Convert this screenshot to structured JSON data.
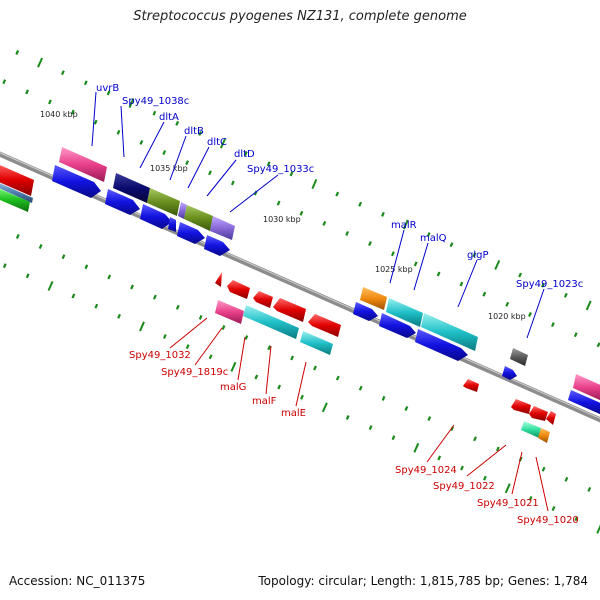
{
  "title": "Streptococcus pyogenes NZ131, complete genome",
  "footer": {
    "accession": "Accession: NC_011375",
    "summary": "Topology: circular; Length: 1,815,785 bp; Genes: 1,784"
  },
  "colors": {
    "backbone": "#8c8c8c",
    "tick": "#1a8a1a",
    "forward_label": "#0000cc",
    "reverse_label": "#cc0000",
    "ruler_text": "#222222"
  },
  "ruler": [
    {
      "label": "1040 kbp",
      "kbp": 1040
    },
    {
      "label": "1035 kbp",
      "kbp": 1035
    },
    {
      "label": "1030 kbp",
      "kbp": 1030
    },
    {
      "label": "1025 kbp",
      "kbp": 1025
    },
    {
      "label": "1020 kbp",
      "kbp": 1020
    }
  ],
  "forward_genes": [
    {
      "name": "uvrB",
      "category_color": "#e8408a"
    },
    {
      "name": "Spy49_1038c",
      "category_color": "#0a0a6e"
    },
    {
      "name": "dltA",
      "category_color": "#6a8f1f"
    },
    {
      "name": "dltB",
      "category_color": "#6a8f1f"
    },
    {
      "name": "dltC",
      "category_color": "#6a8f1f"
    },
    {
      "name": "dltD",
      "category_color": "#6a8f1f"
    },
    {
      "name": "Spy49_1033c",
      "category_color": "#8a6ad8"
    },
    {
      "name": "malR",
      "category_color": "#f08a10"
    },
    {
      "name": "malQ",
      "category_color": "#20c0c8"
    },
    {
      "name": "glgP",
      "category_color": "#20c0c8"
    },
    {
      "name": "Spy49_1023c",
      "category_color": "#5a5a5a"
    }
  ],
  "reverse_genes": [
    {
      "name": "Spy49_1032",
      "category_color": "#e8408a"
    },
    {
      "name": "Spy49_1819c",
      "category_color": "#e00000"
    },
    {
      "name": "malG",
      "category_color": "#20c0c8"
    },
    {
      "name": "malF",
      "category_color": "#20c0c8"
    },
    {
      "name": "malE",
      "category_color": "#20c0c8"
    },
    {
      "name": "Spy49_1024",
      "category_color": "#e00000"
    },
    {
      "name": "Spy49_1022",
      "category_color": "#e00000"
    },
    {
      "name": "Spy49_1021",
      "category_color": "#30e0a0"
    },
    {
      "name": "Spy49_1020",
      "category_color": "#f08a10"
    }
  ]
}
